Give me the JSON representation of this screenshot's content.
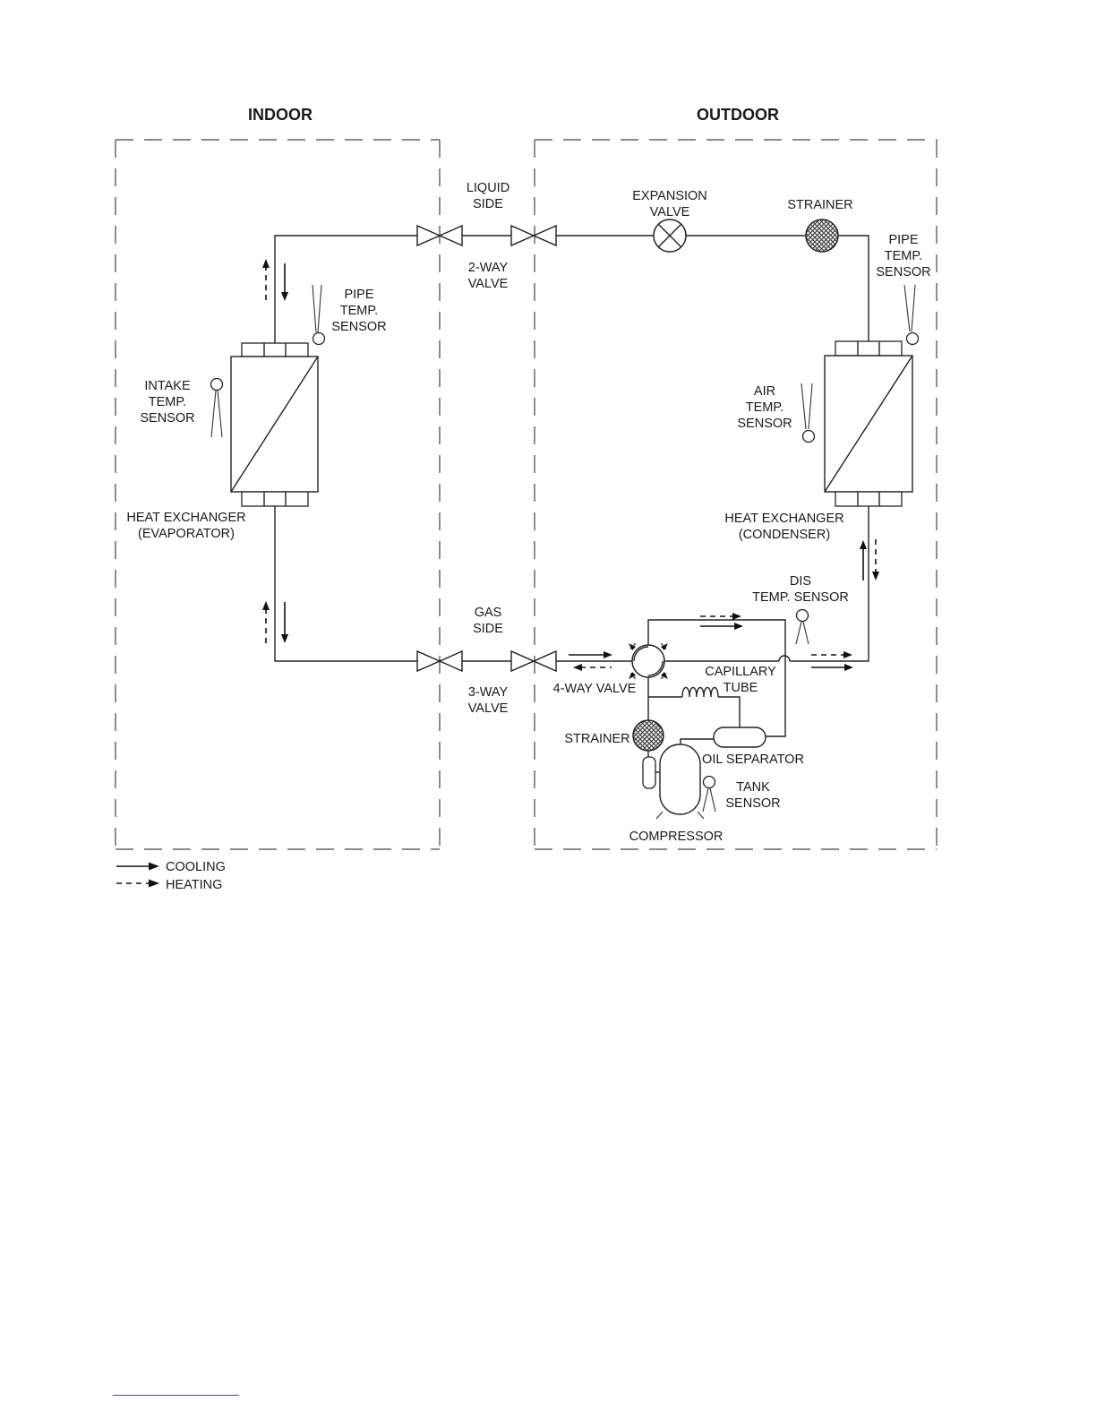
{
  "sections": {
    "indoor": "INDOOR",
    "outdoor": "OUTDOOR"
  },
  "labels": {
    "liquid_side": [
      "LIQUID",
      "SIDE"
    ],
    "two_way_valve": [
      "2-WAY",
      "VALVE"
    ],
    "gas_side": [
      "GAS",
      "SIDE"
    ],
    "three_way_valve": [
      "3-WAY",
      "VALVE"
    ],
    "indoor_pipe_sensor": [
      "PIPE",
      "TEMP.",
      "SENSOR"
    ],
    "intake_sensor": [
      "INTAKE",
      "TEMP.",
      "SENSOR"
    ],
    "evaporator": [
      "HEAT EXCHANGER",
      "(EVAPORATOR)"
    ],
    "expansion_valve": [
      "EXPANSION",
      "VALVE"
    ],
    "strainer_top": "STRAINER",
    "outdoor_pipe_sensor": [
      "PIPE",
      "TEMP.",
      "SENSOR"
    ],
    "air_sensor": [
      "AIR",
      "TEMP.",
      "SENSOR"
    ],
    "condenser": [
      "HEAT EXCHANGER",
      "(CONDENSER)"
    ],
    "dis_sensor": [
      "DIS",
      "TEMP. SENSOR"
    ],
    "capillary_tube": [
      "CAPILLARY",
      "TUBE"
    ],
    "four_way_valve": "4-WAY VALVE",
    "strainer_bottom": "STRAINER",
    "oil_separator": "OIL SEPARATOR",
    "tank_sensor": [
      "TANK",
      "SENSOR"
    ],
    "compressor": "COMPRESSOR"
  },
  "legend": {
    "cooling": "COOLING",
    "heating": "HEATING"
  }
}
